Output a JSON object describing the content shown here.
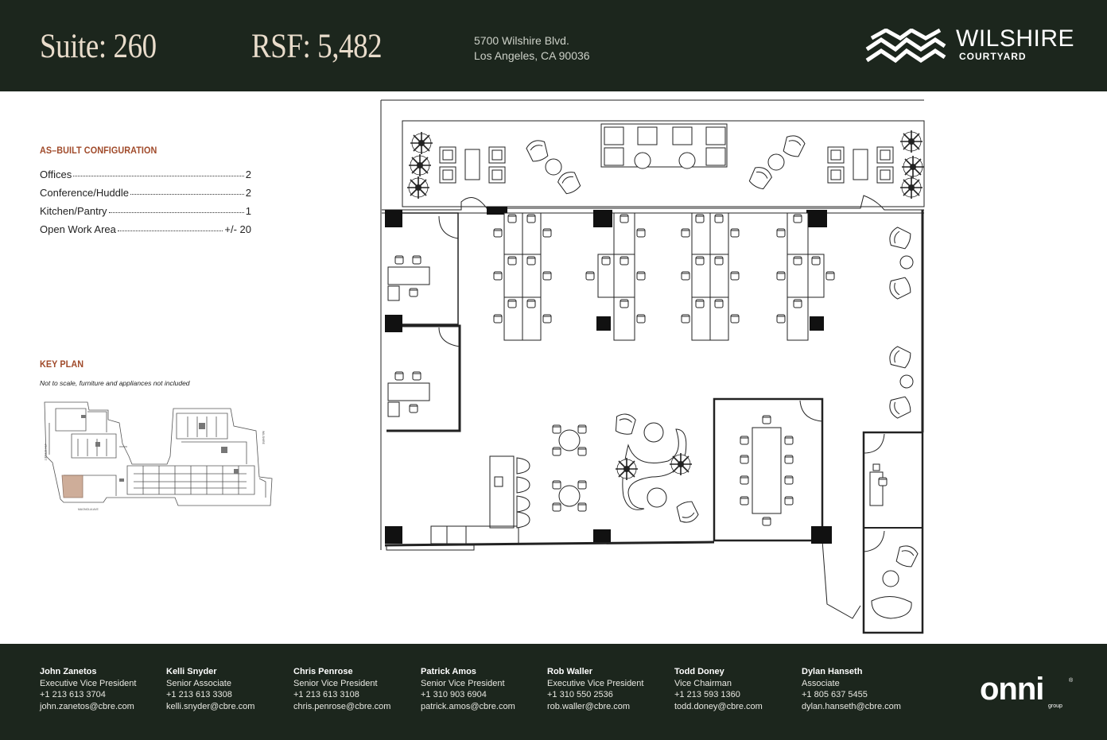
{
  "header": {
    "suite": "Suite: 260",
    "rsf": "RSF: 5,482",
    "address_line1": "5700 Wilshire Blvd.",
    "address_line2": "Los Angeles, CA 90036",
    "logo_word": "WILSHIRE",
    "logo_sub": "COURTYARD"
  },
  "config": {
    "title": "AS–BUILT CONFIGURATION",
    "rows": [
      {
        "label": "Offices",
        "value": "2"
      },
      {
        "label": "Conference/Huddle",
        "value": "2"
      },
      {
        "label": "Kitchen/Pantry",
        "value": "1"
      },
      {
        "label": "Open Work Area",
        "value": "+/- 20"
      }
    ]
  },
  "keyplan": {
    "title": "KEY PLAN",
    "note": "Not to scale, furniture and appliances not included"
  },
  "contacts": [
    {
      "name": "John Zanetos",
      "title": "Executive Vice President",
      "phone": "+1 213 613 3704",
      "email": "john.zanetos@cbre.com"
    },
    {
      "name": "Kelli Snyder",
      "title": "Senior Associate",
      "phone": "+1 213 613 3308",
      "email": "kelli.snyder@cbre.com"
    },
    {
      "name": "Chris Penrose",
      "title": "Senior Vice President",
      "phone": "+1 213 613 3108",
      "email": "chris.penrose@cbre.com"
    },
    {
      "name": "Patrick Amos",
      "title": "Senior Vice President",
      "phone": "+1 310 903 6904",
      "email": "patrick.amos@cbre.com"
    },
    {
      "name": "Rob Waller",
      "title": "Executive Vice President",
      "phone": "+1 310 550 2536",
      "email": "rob.waller@cbre.com"
    },
    {
      "name": "Todd Doney",
      "title": "Vice Chairman",
      "phone": "+1 213 593 1360",
      "email": "todd.doney@cbre.com"
    },
    {
      "name": "Dylan Hanseth",
      "title": "Associate",
      "phone": "+1 805 637 5455",
      "email": "dylan.hanseth@cbre.com"
    }
  ],
  "onni": {
    "word": "onni",
    "sub": "group",
    "mark": "®"
  },
  "colors": {
    "header_bg": "#1c261d",
    "accent": "#a04a2a",
    "header_text": "#e9dccb",
    "suite_highlight": "#c9a58f"
  }
}
